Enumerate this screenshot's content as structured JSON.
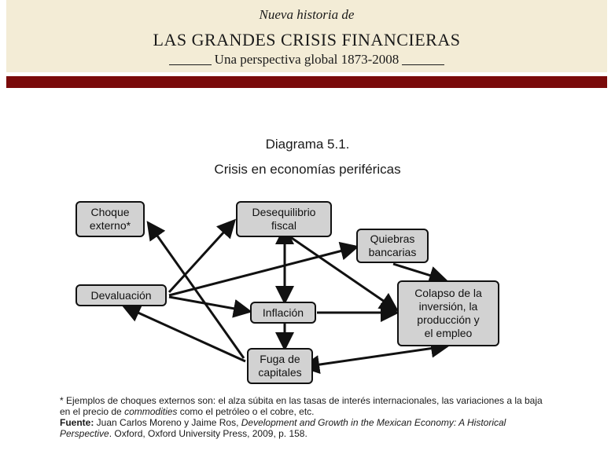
{
  "header": {
    "series": "Nueva historia de",
    "title": "LAS GRANDES CRISIS FINANCIERAS",
    "subtitle": "Una perspectiva global 1873-2008"
  },
  "diagram": {
    "label": "Diagrama 5.1.",
    "title": "Crisis en economías periféricas",
    "nodes": {
      "choque": "Choque\nexterno*",
      "desequilibrio": "Desequilibrio\nfiscal",
      "quiebras": "Quiebras\nbancarias",
      "devaluacion": "Devaluación",
      "inflacion": "Inflación",
      "colapso": "Colapso de la\ninversión, la\nproducción y\nel empleo",
      "fuga": "Fuga de\ncapitales"
    }
  },
  "notes": {
    "footnote_a": "* Ejemplos de choques externos son: el alza súbita en las tasas de interés internacionales, las variaciones a la baja en el precio de ",
    "footnote_em": "commodities",
    "footnote_b": " como el petróleo o el cobre, etc.",
    "source_label": "Fuente:",
    "source_authors": " Juan Carlos Moreno y Jaime Ros, ",
    "source_title": "Development and Growth in the Mexican Economy: A Historical Perspective",
    "source_rest": ". Oxford, Oxford University Press, 2009, p. 158."
  },
  "colors": {
    "banner": "#f3ecd6",
    "bar": "#7a0a0a",
    "node": "#d2d2d2"
  }
}
